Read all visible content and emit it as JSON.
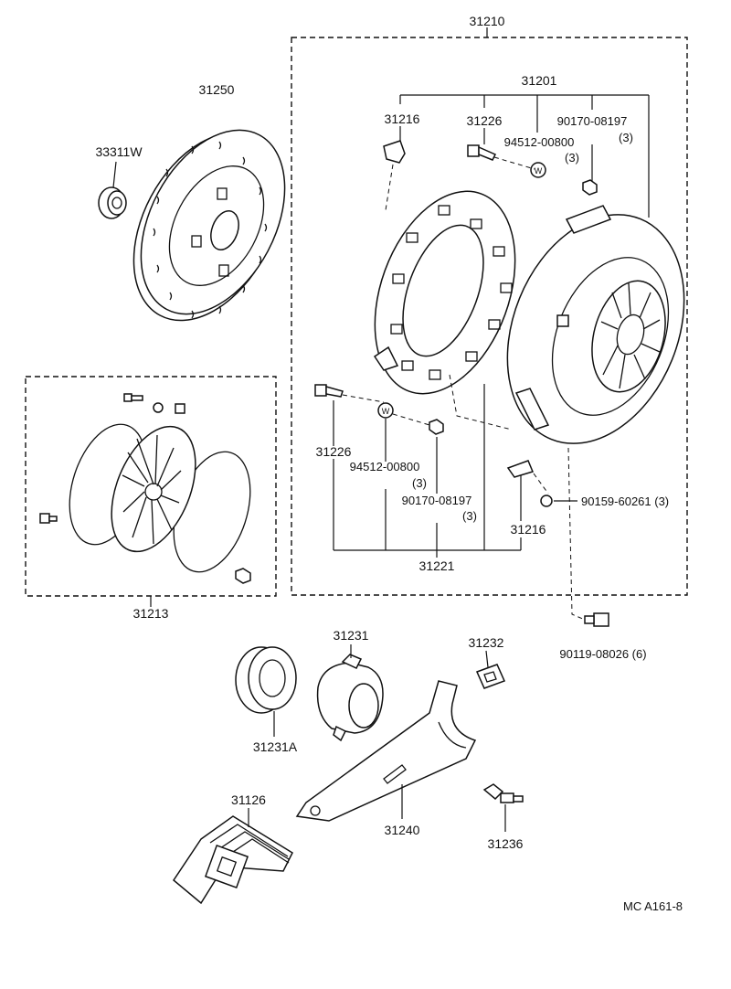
{
  "labels": {
    "clutch_cover_assy": "31210",
    "pressure_plate": "31201",
    "clip_top": "31216",
    "bolt_top": "31226",
    "washer_top": "94512-00800",
    "washer_top_qty": "(3)",
    "nut_top": "90170-08197",
    "nut_top_qty": "(3)",
    "clutch_disc": "31250",
    "pilot_bearing": "33311W",
    "kit": "31213",
    "bolt_bottom": "31226",
    "washer_bottom": "94512-00800",
    "washer_bottom_qty": "(3)",
    "nut_bottom": "90170-08197",
    "nut_bottom_qty": "(3)",
    "retainer": "31221",
    "clip_bottom": "31216",
    "screw_side": "90159-60261 (3)",
    "cover_bolt": "90119-08026 (6)",
    "hub": "31231",
    "release_bearing": "31231A",
    "fork_clip": "31232",
    "boot": "31126",
    "release_fork": "31240",
    "pivot": "31236",
    "ref_code": "MC  A161-8"
  },
  "washer_mark": "W"
}
